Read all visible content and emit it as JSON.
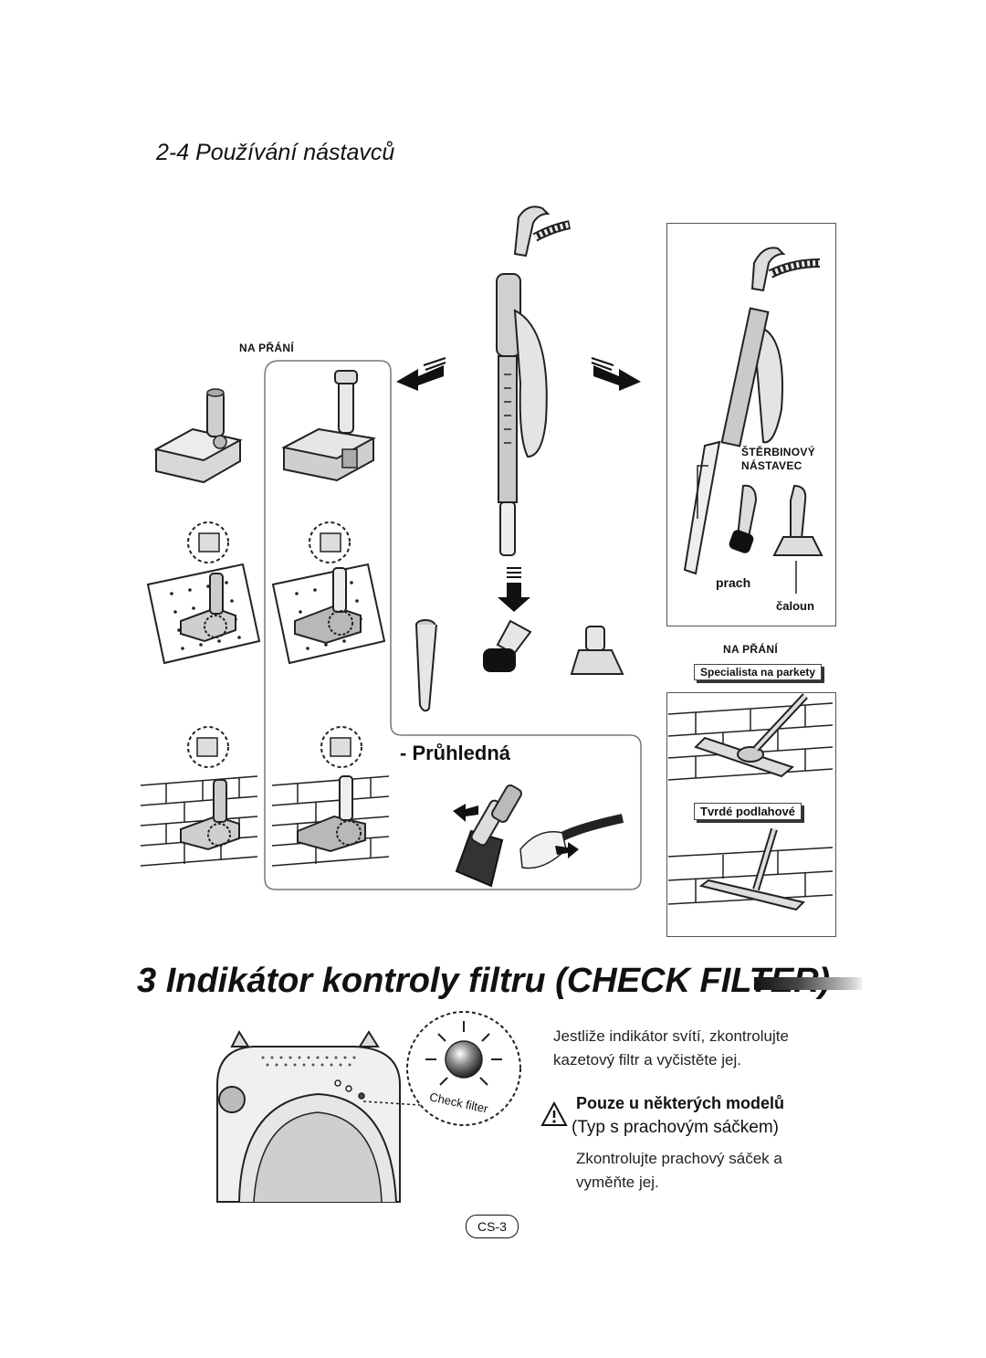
{
  "section": {
    "title": "2-4 Používání nástavců"
  },
  "optional_label_left": "NA PŘÁNÍ",
  "optional_label_right": "NA PŘÁNÍ",
  "crevice_label_line1": "ŠTĚRBINOVÝ",
  "crevice_label_line2": "NÁSTAVEC",
  "dust_label": "prach",
  "upholstery_label": "čaloun",
  "parquet_tag": "Specialista na parkety",
  "hard_floor_tag": "Tvrdé podlahové",
  "transparent_label": "- Průhledná",
  "check_filter": {
    "number": "3",
    "title": "Indikátor kontroly filtru (CHECK FILTER)",
    "lamp_label": "Check filter",
    "line1": "Jestliže indikátor svítí, zkontrolujte",
    "line2": "kazetový filtr a vyčistěte jej.",
    "warning_title": "Pouze u některých modelů",
    "warning_subtitle": "(Typ s prachovým sáčkem)",
    "line3": "Zkontrolujte prachový sáček a",
    "line4": "vyměňte jej."
  },
  "page_number": "CS-3",
  "icons": [
    "arrow-left-icon",
    "arrow-right-icon",
    "arrow-down-icon",
    "warning-triangle-icon",
    "lamp-icon"
  ]
}
